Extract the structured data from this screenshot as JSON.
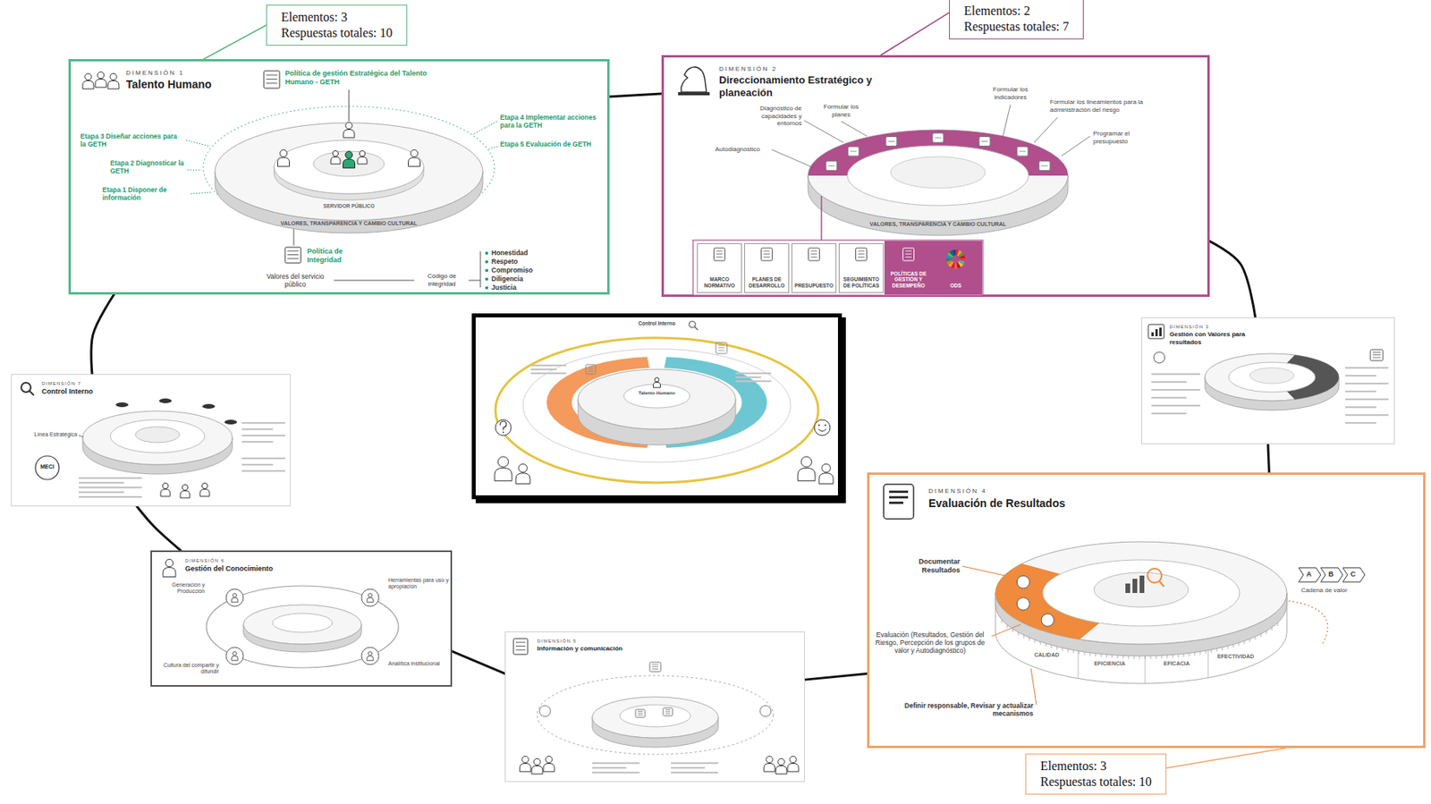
{
  "diagram": {
    "nodes": [
      {
        "text": [
          "Elementos: 3",
          "Respuestas totales: 10"
        ]
      },
      {
        "text": [
          "Elementos: 2",
          "Respuestas totales: 7"
        ]
      },
      {
        "text": [
          "DIMENSIÓN 1",
          "Talento Humano",
          "Política de gestión Estratégica del Talento Humano - GETH",
          "Etapa 3 Diseñar acciones para la GETH",
          "Etapa 4 Implementar acciones para la GETH",
          "Etapa 2 Diagnosticar la GETH",
          "Etapa 5 Evaluación de GETH",
          "Etapa 1 Disponer de información",
          "SERVIDOR PÚBLICO",
          "VALORES, TRANSPARENCIA Y CAMBIO CULTURAL",
          "Política de Integridad",
          "Valores del servicio público",
          "Código de integridad",
          "Honestidad",
          "Respeto",
          "Compromiso",
          "Diligencia",
          "Justicia"
        ]
      },
      {
        "text": [
          "DIMENSIÓN 2",
          "Direccionamiento Estratégico y planeación",
          "Formular los indicadores",
          "Formular los lineamientos para la administración del riesgo",
          "Formular los planes",
          "Diagnóstico de capacidades y entornos",
          "Programar el presupuesto",
          "Autodiagnóstico",
          "VALORES, TRANSPARENCIA Y CAMBIO CULTURAL"
        ]
      },
      {
        "text": [
          "MARCO NORMATIVO"
        ],
        "in": 3
      },
      {
        "text": [
          "PLANES DE DESARROLLO"
        ],
        "in": 3
      },
      {
        "text": [
          "PRESUPUESTO"
        ],
        "in": 3
      },
      {
        "text": [
          "SEGUIMIENTO DE POLÍTICAS"
        ],
        "in": 3
      },
      {
        "text": [
          "POLÍTICAS DE GESTIÓN Y DESEMPEÑO"
        ],
        "in": 3
      },
      {
        "text": [
          "ODS"
        ],
        "in": 3
      },
      {
        "text": [
          "Control Interno",
          "Talento Humano"
        ]
      },
      {
        "text": [
          "DIMENSIÓN 3",
          "Gestión con Valores para resultados"
        ]
      },
      {
        "text": [
          "DIMENSIÓN 7",
          "Control Interno",
          "Línea Estratégica",
          "MECI"
        ]
      },
      {
        "text": [
          "DIMENSIÓN 4",
          "Evaluación de Resultados",
          "Documentar Resultados",
          "A",
          "B",
          "C",
          "Cadena de valor",
          "Evaluación (Resultados, Gestión del Riesgo, Percepción de los grupos de valor y Autodiagnóstico)",
          "CALIDAD",
          "EFICIENCIA",
          "EFICACIA",
          "EFECTIVIDAD",
          "Definir responsable, Revisar y actualizar mecanismos"
        ]
      },
      {
        "text": [
          "DIMENSIÓN 6",
          "Gestión del Conocimiento",
          "Generación y Producción",
          "Herramientas para uso y apropiación",
          "Cultura del compartir y difundir",
          "Analítica institucional"
        ]
      },
      {
        "text": [
          "DIMENSIÓN 5",
          "Información y comunicación"
        ]
      },
      {
        "text": [
          "Elementos: 3",
          "Respuestas totales: 10"
        ]
      }
    ],
    "edges": [
      {
        "from": 0,
        "to": 2,
        "arrow": "none"
      },
      {
        "from": 1,
        "to": 3,
        "arrow": "none"
      },
      {
        "from": 2,
        "to": 3,
        "arrow": "none"
      },
      {
        "from": 3,
        "to": 11,
        "arrow": "none"
      },
      {
        "from": 11,
        "to": 13,
        "arrow": "none"
      },
      {
        "from": 13,
        "to": 15,
        "arrow": "none"
      },
      {
        "from": 15,
        "to": 14,
        "arrow": "none"
      },
      {
        "from": 14,
        "to": 12,
        "arrow": "none"
      },
      {
        "from": 12,
        "to": 2,
        "arrow": "none"
      },
      {
        "from": 16,
        "to": 13,
        "arrow": "none"
      }
    ]
  }
}
